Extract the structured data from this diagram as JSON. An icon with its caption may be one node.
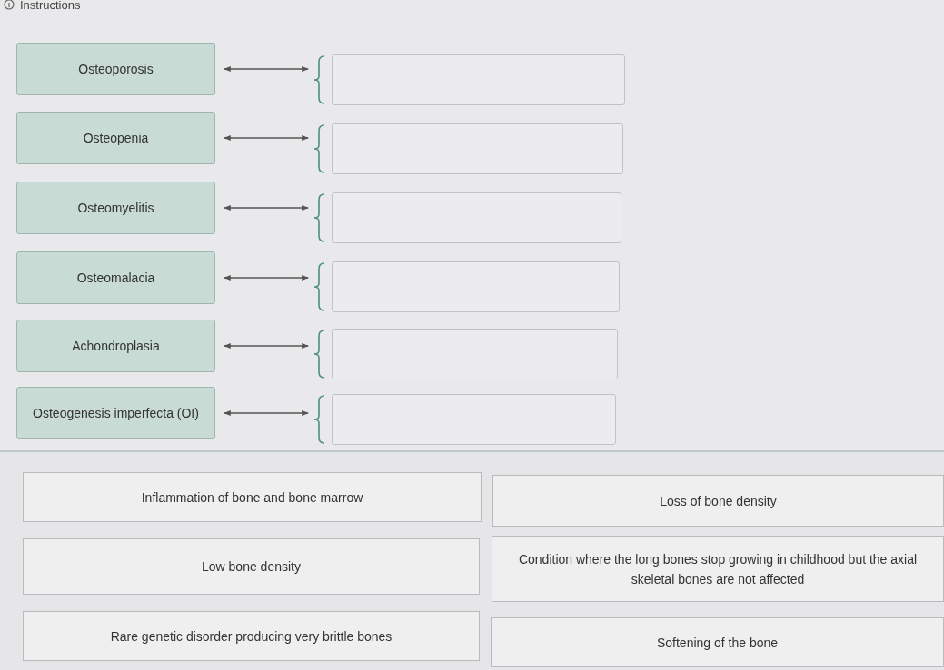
{
  "diagram": {
    "title": "Instructions",
    "nodes": [
      {
        "text": [
          "Osteoporosis"
        ]
      },
      {
        "text": [],
        "shape": "box"
      },
      {
        "text": [
          "Osteopenia"
        ]
      },
      {
        "text": [],
        "shape": "box"
      },
      {
        "text": [
          "Osteomyelitis"
        ]
      },
      {
        "text": [],
        "shape": "box"
      },
      {
        "text": [
          "Osteomalacia"
        ]
      },
      {
        "text": [],
        "shape": "box"
      },
      {
        "text": [
          "Achondroplasia"
        ]
      },
      {
        "text": [],
        "shape": "box"
      },
      {
        "text": [
          "Osteogenesis imperfecta (OI)"
        ]
      },
      {
        "text": [],
        "shape": "box"
      },
      {
        "text": [
          "Inflammation of bone and bone marrow"
        ]
      },
      {
        "text": [
          "Loss of bone density"
        ]
      },
      {
        "text": [
          "Low bone density"
        ]
      },
      {
        "text": [
          "Condition where the long bones stop growing in childhood but the axial skeletal bones are not affected"
        ]
      },
      {
        "text": [
          "Rare genetic disorder producing very brittle bones"
        ]
      },
      {
        "text": [
          "Softening of the bone"
        ]
      }
    ],
    "edges": [
      {
        "from": 0,
        "to": 1,
        "arrow": "both"
      },
      {
        "from": 2,
        "to": 3,
        "arrow": "both"
      },
      {
        "from": 4,
        "to": 5,
        "arrow": "both"
      },
      {
        "from": 6,
        "to": 7,
        "arrow": "both"
      },
      {
        "from": 8,
        "to": 9,
        "arrow": "both"
      },
      {
        "from": 10,
        "to": 11,
        "arrow": "both"
      }
    ]
  }
}
